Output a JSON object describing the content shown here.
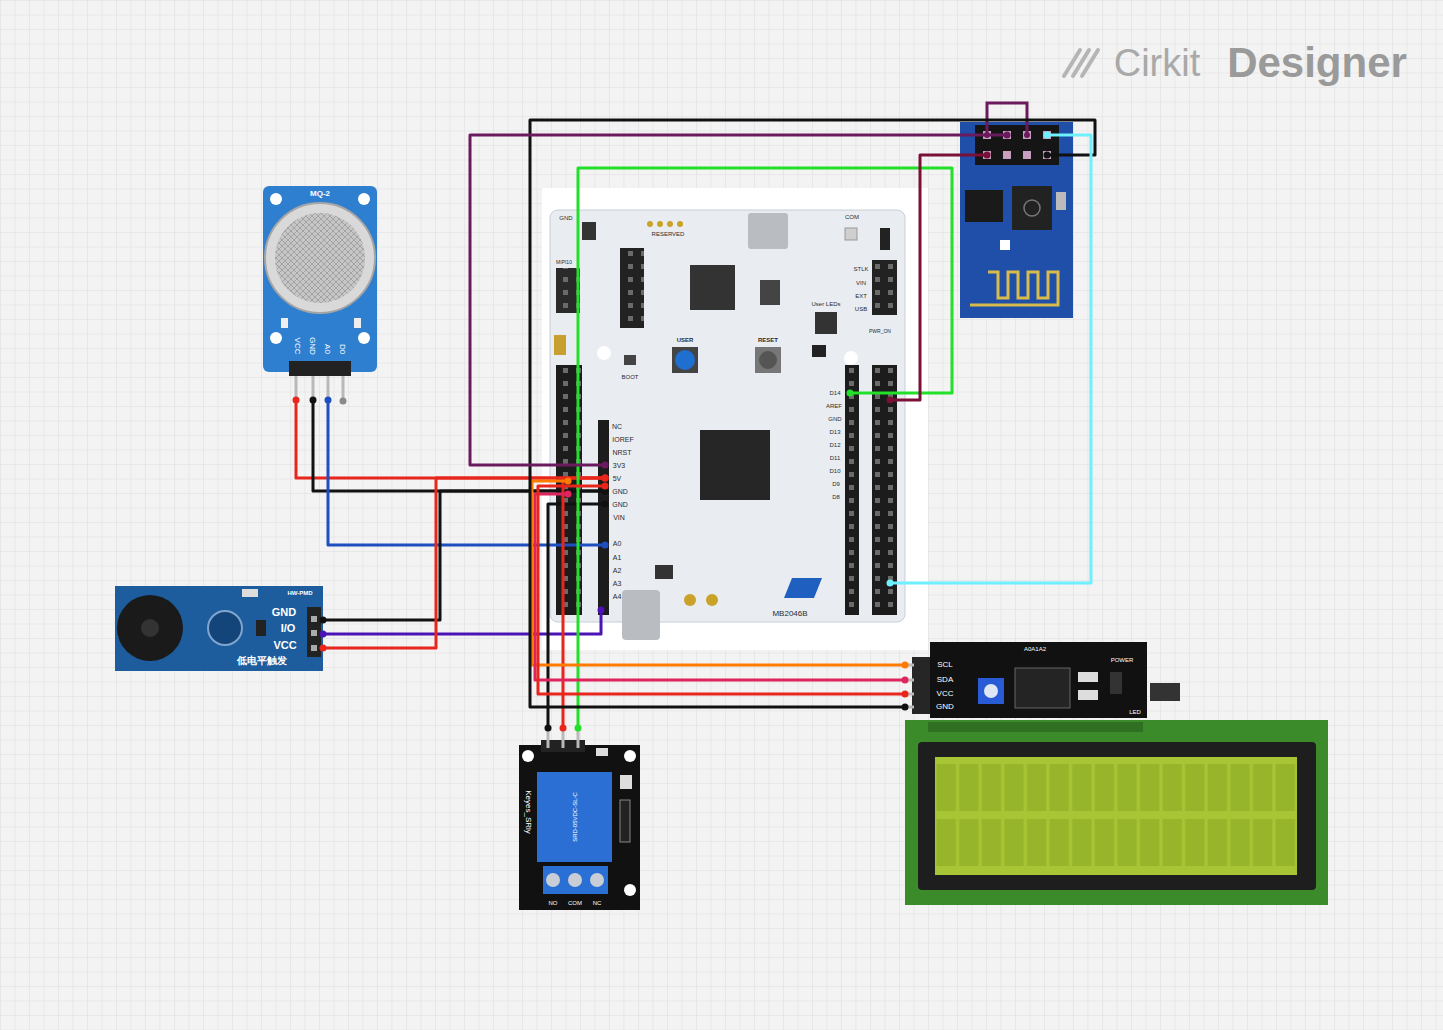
{
  "diagram": {
    "nodes": [
      {
        "text": []
      },
      {
        "text": [
          "MQ-2",
          "VCC",
          "GND",
          "A0",
          "D0"
        ]
      },
      {
        "text": [
          "GND",
          "MIPI10",
          "RESERVED",
          "COM",
          "STLK",
          "VIN",
          "EXT",
          "USB",
          "User LEDs",
          "PWR_ON",
          "USER",
          "RESET",
          "BOOT",
          "NC",
          "IOREF",
          "NRST",
          "3V3",
          "5V",
          "GND",
          "GND",
          "VIN",
          "A0",
          "A1",
          "A2",
          "A3",
          "A4",
          "D14",
          "AREF",
          "GND",
          "D13",
          "D12",
          "D11",
          "D10",
          "D9",
          "D8",
          "MB2046B"
        ]
      },
      {
        "text": [
          "HW-PMD",
          "GND",
          "I/O",
          "VCC",
          "低电平触发"
        ]
      },
      {
        "text": [
          "A0A1A2",
          "POWER",
          "SCL",
          "SDA",
          "VCC",
          "GND",
          "LED"
        ]
      },
      {
        "text": []
      },
      {
        "text": [
          "Keyes_SRly",
          "SRD-05VDC-SL-C",
          "NO",
          "COM",
          "NC"
        ]
      }
    ],
    "edges": [
      {
        "from": 1,
        "to": 2,
        "arrow": "none"
      },
      {
        "from": 1,
        "to": 2,
        "arrow": "none"
      },
      {
        "from": 1,
        "to": 2,
        "arrow": "none"
      },
      {
        "from": 3,
        "to": 2,
        "arrow": "none"
      },
      {
        "from": 3,
        "to": 2,
        "arrow": "none"
      },
      {
        "from": 3,
        "to": 2,
        "arrow": "none"
      },
      {
        "from": 6,
        "to": 2,
        "arrow": "none"
      },
      {
        "from": 6,
        "to": 2,
        "arrow": "none"
      },
      {
        "from": 6,
        "to": 2,
        "arrow": "none"
      },
      {
        "from": 4,
        "to": 2,
        "arrow": "none"
      },
      {
        "from": 4,
        "to": 2,
        "arrow": "none"
      },
      {
        "from": 4,
        "to": 2,
        "arrow": "none"
      },
      {
        "from": 4,
        "to": 0,
        "arrow": "none"
      },
      {
        "from": 0,
        "to": 2,
        "arrow": "none"
      },
      {
        "from": 0,
        "to": 2,
        "arrow": "none"
      },
      {
        "from": 0,
        "to": 2,
        "arrow": "none"
      }
    ],
    "labels": [
      "Cirkit",
      "Designer"
    ]
  }
}
